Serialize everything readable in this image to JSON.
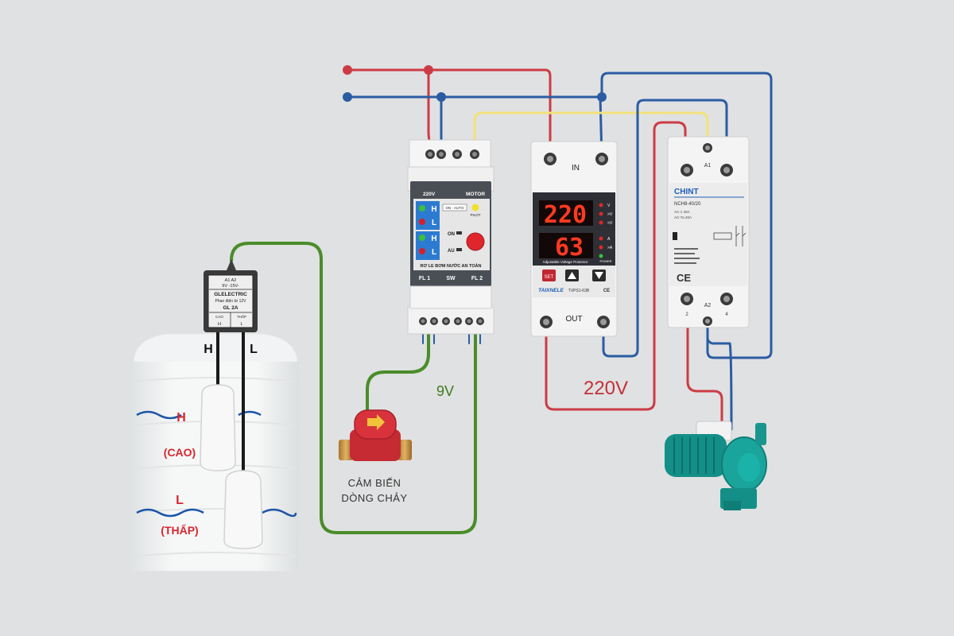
{
  "colors": {
    "background": "#e0e1e2",
    "line": "#cc3b45",
    "neutral": "#2b5ca3",
    "sensor": "#4a8c2a",
    "control": "#f2e27a",
    "led_green": "#39c13a",
    "led_red": "#d61f26",
    "seg_display": "#ff3a22",
    "pump_body": "#1aa59c"
  },
  "float_switch": {
    "pins": "A1 A2",
    "supply": "9V -15V-",
    "brand": "GLELECTRIC",
    "note": "Phao điện từ 12V",
    "model": "GL 2A",
    "col_h": "CAO",
    "col_l": "THẤP",
    "pin_h": "H",
    "pin_l": "L",
    "wire_h": "H",
    "wire_l": "L"
  },
  "tank": {
    "high_mark": "H",
    "high_label": "(CAO)",
    "low_mark": "L",
    "low_label": "(THẤP)"
  },
  "relay": {
    "label_220v": "220V",
    "label_motor": "MOTOR",
    "mode_h": "H",
    "mode_l": "L",
    "range": "ON · AUTO",
    "pilot": "PILOT",
    "on_label": "ON",
    "auto_label": "AU",
    "name": "RƠ LE BƠM NƯỚC AN TOÀN",
    "fl1": "FL 1",
    "sw": "SW",
    "fl2": "FL 2"
  },
  "flow_sensor": {
    "label_line1": "CẢM BIẾN",
    "label_line2": "DÒNG CHẢY",
    "voltage": "9V"
  },
  "voltage_protector": {
    "in_label": "IN",
    "out_label": "OUT",
    "voltage_reading": "220",
    "current_reading": "63",
    "ind_v1": "V",
    "ind_v2": ">V",
    "ind_v3": "<V",
    "ind_a": "A",
    "ind_a2": ">A",
    "ind_power": "POWER",
    "product_name": "Adjustable Voltage Protector",
    "set_btn": "SET",
    "brand": "TAIXNELE",
    "model": "TVPS1-63B",
    "ce": "CE",
    "wire_label": "220V"
  },
  "contactor": {
    "brand": "CHINT",
    "model": "NCH8-40/20",
    "spec1": "AC-1   40A",
    "spec2": "AC-7a  40A",
    "a1": "A1",
    "a2": "A2",
    "term2": "2",
    "term4": "4",
    "ce": "CE"
  }
}
